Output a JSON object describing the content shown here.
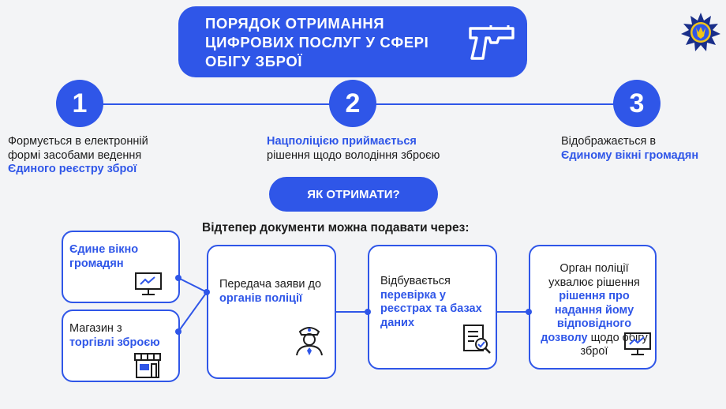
{
  "title": "Порядок отримання\nцифрових послуг у сфері\nобігу зброї",
  "steps": [
    {
      "number": "1",
      "text_plain": "Формується в електронній формі засобами ведення",
      "text_highlight": "Єдиного реєстру зброї"
    },
    {
      "number": "2",
      "text_highlight": "Нацполіцією приймається",
      "text_plain": "рішення щодо володіння зброєю"
    },
    {
      "number": "3",
      "text_plain": "Відображається в",
      "text_highlight": "Єдиному вікні громадян"
    }
  ],
  "how_button": "ЯК ОТРИМАТИ?",
  "submit_note": "Відтепер документи можна подавати через:",
  "flow": {
    "source1": "Єдине вікно громадян",
    "source2_plain": "Магазин з",
    "source2_highlight": "торгівлі зброєю",
    "transfer_plain": "Передача заяви до",
    "transfer_highlight": "органів поліції",
    "check_plain": "Відбувається",
    "check_highlight": "перевірка у реєстрах та базах даних",
    "decision_plain_1": "Орган поліції ухвалює рішення",
    "decision_highlight": "рішення про надання йому відповідного дозволу",
    "decision_plain_2": "щодо обігу зброї"
  },
  "icons": [
    "pistol-icon",
    "police-emblem-icon",
    "computer-icon",
    "shop-icon",
    "police-officer-icon",
    "document-check-icon"
  ],
  "colors": {
    "accent": "#2f56e8",
    "background": "#f3f4f6",
    "text": "#1c1c1c"
  }
}
